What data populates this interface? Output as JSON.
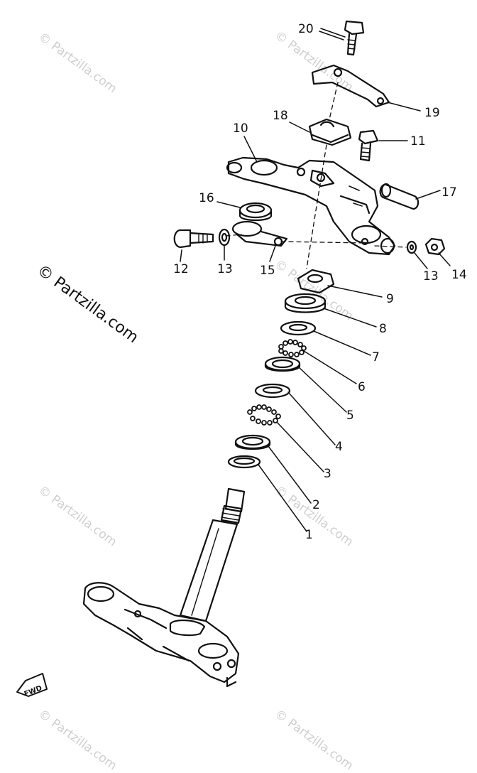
{
  "watermarks": {
    "main": "© Partzilla.com",
    "faint": "© Partzilla.com"
  },
  "callouts": [
    {
      "id": "20",
      "label": "20"
    },
    {
      "id": "19",
      "label": "19"
    },
    {
      "id": "18",
      "label": "18"
    },
    {
      "id": "11",
      "label": "11"
    },
    {
      "id": "10",
      "label": "10"
    },
    {
      "id": "17",
      "label": "17"
    },
    {
      "id": "16",
      "label": "16"
    },
    {
      "id": "12",
      "label": "12"
    },
    {
      "id": "13a",
      "label": "13"
    },
    {
      "id": "15",
      "label": "15"
    },
    {
      "id": "13b",
      "label": "13"
    },
    {
      "id": "14",
      "label": "14"
    },
    {
      "id": "9",
      "label": "9"
    },
    {
      "id": "8",
      "label": "8"
    },
    {
      "id": "7",
      "label": "7"
    },
    {
      "id": "6",
      "label": "6"
    },
    {
      "id": "5",
      "label": "5"
    },
    {
      "id": "4",
      "label": "4"
    },
    {
      "id": "3",
      "label": "3"
    },
    {
      "id": "2",
      "label": "2"
    },
    {
      "id": "1",
      "label": "1"
    }
  ],
  "fwd_label": "FWD",
  "colors": {
    "ink": "#111111",
    "watermark": "#cfcfcf",
    "background": "#ffffff"
  }
}
